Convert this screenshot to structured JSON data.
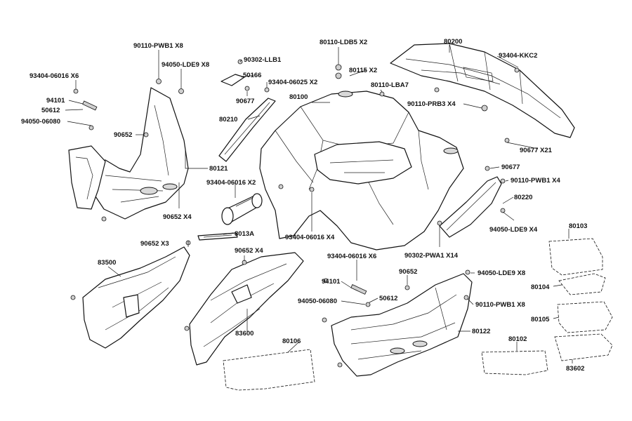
{
  "labels": [
    {
      "id": "l1",
      "text": "90110-PWB1 X8"
    },
    {
      "id": "l2",
      "text": "94050-LDE9 X8"
    },
    {
      "id": "l3",
      "text": "93404-06016 X6"
    },
    {
      "id": "l4",
      "text": "94101"
    },
    {
      "id": "l5",
      "text": "50612"
    },
    {
      "id": "l6",
      "text": "94050-06080"
    },
    {
      "id": "l7",
      "text": "90652"
    },
    {
      "id": "l8",
      "text": "80121"
    },
    {
      "id": "l9",
      "text": "90652 X4"
    },
    {
      "id": "l10",
      "text": "90302-LLB1"
    },
    {
      "id": "l11",
      "text": "50166"
    },
    {
      "id": "l12",
      "text": "90677"
    },
    {
      "id": "l13",
      "text": "80210"
    },
    {
      "id": "l14",
      "text": "93404-06025 X2"
    },
    {
      "id": "l15",
      "text": "80110-LDB5 X2"
    },
    {
      "id": "l16",
      "text": "80115 X2"
    },
    {
      "id": "l17",
      "text": "80100"
    },
    {
      "id": "l18",
      "text": "80110-LBA7"
    },
    {
      "id": "l19",
      "text": "80200"
    },
    {
      "id": "l20",
      "text": "93404-KKC2"
    },
    {
      "id": "l21",
      "text": "90110-PRB3 X4"
    },
    {
      "id": "l22",
      "text": "90677 X21"
    },
    {
      "id": "l23",
      "text": "90677"
    },
    {
      "id": "l24",
      "text": "90110-PWB1 X4"
    },
    {
      "id": "l25",
      "text": "80220"
    },
    {
      "id": "l26",
      "text": "94050-LDE9 X4"
    },
    {
      "id": "l27",
      "text": "93404-06016 X2"
    },
    {
      "id": "l28",
      "text": "8013A"
    },
    {
      "id": "l29",
      "text": "93404-06016 X4"
    },
    {
      "id": "l30",
      "text": "90302-PWA1 X14"
    },
    {
      "id": "l31",
      "text": "90652 X3"
    },
    {
      "id": "l32",
      "text": "90652 X4"
    },
    {
      "id": "l33",
      "text": "83500"
    },
    {
      "id": "l34",
      "text": "83600"
    },
    {
      "id": "l35",
      "text": "93404-06016 X6"
    },
    {
      "id": "l36",
      "text": "94101"
    },
    {
      "id": "l37",
      "text": "94050-06080"
    },
    {
      "id": "l38",
      "text": "50612"
    },
    {
      "id": "l39",
      "text": "90652"
    },
    {
      "id": "l40",
      "text": "94050-LDE9 X8"
    },
    {
      "id": "l41",
      "text": "90110-PWB1 X8"
    },
    {
      "id": "l42",
      "text": "80122"
    },
    {
      "id": "l43",
      "text": "80106"
    },
    {
      "id": "l44",
      "text": "80102"
    },
    {
      "id": "l45",
      "text": "80103"
    },
    {
      "id": "l46",
      "text": "80104"
    },
    {
      "id": "l47",
      "text": "80105"
    },
    {
      "id": "l48",
      "text": "83602"
    }
  ]
}
